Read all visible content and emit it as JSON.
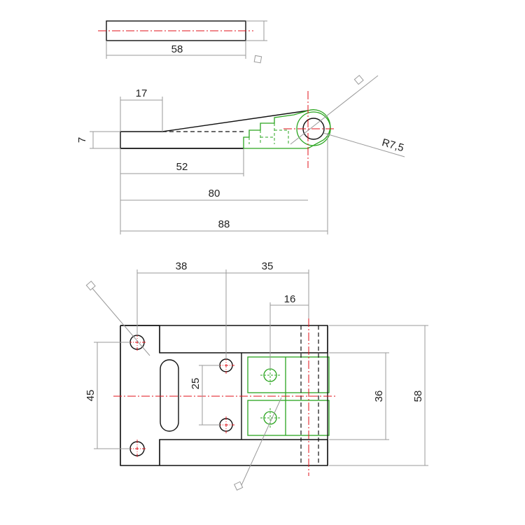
{
  "colors": {
    "outline": "#111111",
    "dimension": "#9a9a9a",
    "centerline": "#e0101a",
    "feature": "#2aa51f",
    "hidden": "#111111",
    "background": "#ffffff"
  },
  "views": {
    "top_view": {
      "dims": {
        "width": "58"
      }
    },
    "side_view": {
      "dims": {
        "d17": "17",
        "d7": "7",
        "d52": "52",
        "d80": "80",
        "d88": "88",
        "radius": "R7,5"
      }
    },
    "front_view": {
      "dims": {
        "d38": "38",
        "d35": "35",
        "d16": "16",
        "d45": "45",
        "d25": "25",
        "d36": "36",
        "d58": "58"
      }
    }
  },
  "icons": {
    "weld_marker": "square-outline-icon"
  }
}
